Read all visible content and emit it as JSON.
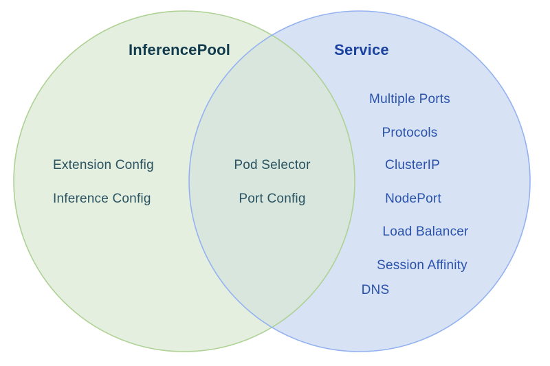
{
  "diagram": {
    "type": "venn",
    "left": {
      "title": "InferencePool",
      "items": [
        "Extension Config",
        "Inference Config"
      ]
    },
    "overlap": {
      "items": [
        "Pod Selector",
        "Port Config"
      ]
    },
    "right": {
      "title": "Service",
      "items": [
        "Multiple Ports",
        "Protocols",
        "ClusterIP",
        "NodePort",
        "Load Balancer",
        "Session Affinity",
        "DNS"
      ]
    },
    "colors": {
      "background": "#ffffff",
      "left_fill": "#e5efe0",
      "left_stroke": "#aed194",
      "right_fill": "#d7e2f5",
      "right_stroke": "#94b2f0",
      "overlap_fill": "#d8e6de",
      "left_title_color": "#123c4d",
      "left_item_color": "#2a5361",
      "right_title_color": "#1b429e",
      "right_item_color": "#2a52ab"
    }
  }
}
